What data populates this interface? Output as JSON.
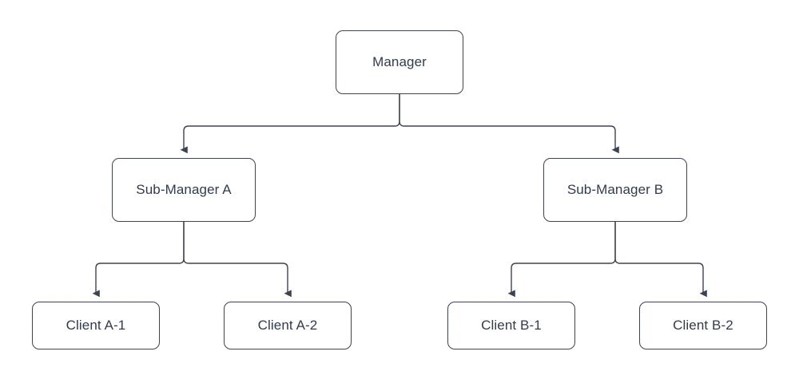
{
  "diagram": {
    "type": "org-chart-flowchart",
    "background_color": "#ffffff",
    "stroke_color": "#3d4352",
    "text_color": "#333b4a",
    "node_fill": "#ffffff",
    "nodes": [
      {
        "id": "manager",
        "label": "Manager",
        "level": 0
      },
      {
        "id": "submanager_a",
        "label": "Sub-Manager A",
        "level": 1
      },
      {
        "id": "submanager_b",
        "label": "Sub-Manager B",
        "level": 1
      },
      {
        "id": "client_a1",
        "label": "Client A-1",
        "level": 2
      },
      {
        "id": "client_a2",
        "label": "Client A-2",
        "level": 2
      },
      {
        "id": "client_b1",
        "label": "Client B-1",
        "level": 2
      },
      {
        "id": "client_b2",
        "label": "Client B-2",
        "level": 2
      }
    ],
    "edges": [
      {
        "from": "manager",
        "to": "submanager_a",
        "arrow": "filled-triangle"
      },
      {
        "from": "manager",
        "to": "submanager_b",
        "arrow": "filled-triangle"
      },
      {
        "from": "submanager_a",
        "to": "client_a1",
        "arrow": "filled-triangle"
      },
      {
        "from": "submanager_a",
        "to": "client_a2",
        "arrow": "filled-triangle"
      },
      {
        "from": "submanager_b",
        "to": "client_b1",
        "arrow": "filled-triangle"
      },
      {
        "from": "submanager_b",
        "to": "client_b2",
        "arrow": "filled-triangle"
      }
    ]
  }
}
